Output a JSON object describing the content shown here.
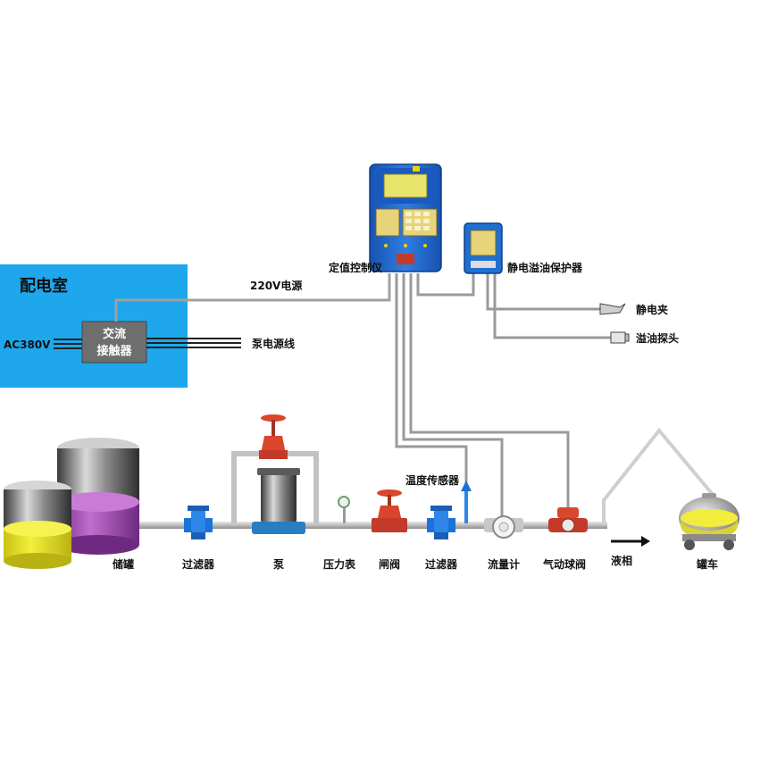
{
  "power_room": {
    "title": "配电室",
    "voltage": "AC380V",
    "contactor_line1": "交流",
    "contactor_line2": "接触器",
    "pump_power_line": "泵电源线"
  },
  "controller": {
    "power_label": "220V电源",
    "label": "定值控制仪"
  },
  "protector": {
    "label": "静电溢油保护器",
    "static_clamp": "静电夹",
    "overflow_probe": "溢油探头"
  },
  "process": {
    "temp_sensor": "温度传感器",
    "components": [
      {
        "key": "tank",
        "label": "储罐"
      },
      {
        "key": "filter1",
        "label": "过滤器"
      },
      {
        "key": "pump",
        "label": "泵"
      },
      {
        "key": "gauge",
        "label": "压力表"
      },
      {
        "key": "gate_valve",
        "label": "闸阀"
      },
      {
        "key": "filter2",
        "label": "过滤器"
      },
      {
        "key": "flowmeter",
        "label": "流量计"
      },
      {
        "key": "ball_valve",
        "label": "气动球阀"
      },
      {
        "key": "liquid_phase",
        "label": "液相"
      },
      {
        "key": "tanker",
        "label": "罐车"
      }
    ]
  },
  "colors": {
    "power_room_bg": "#1ea7ec",
    "controller_blue": "#1f63c8",
    "pipe": "#c8c8c8",
    "valve_red": "#d9462c",
    "filter_blue": "#1a73d9",
    "tank_yellow": "#e9e31e",
    "tank_purple": "#a44fb4"
  }
}
